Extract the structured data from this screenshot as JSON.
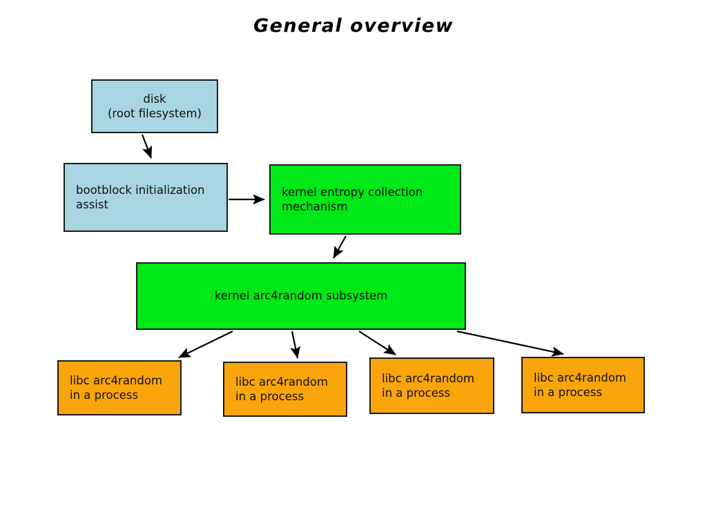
{
  "diagram": {
    "title": "General overview",
    "background": "#ffffff",
    "palette": {
      "blue": "#a8d5e2",
      "green": "#00e817",
      "orange": "#f9a50b",
      "stroke": "#1a1a1a",
      "text": "#111111"
    },
    "nodes": [
      {
        "id": "disk",
        "label": "disk\n(root filesystem)",
        "color": "#a8d5e2"
      },
      {
        "id": "bootblock",
        "label": "bootblock initialization\nassist",
        "color": "#a8d5e2"
      },
      {
        "id": "entropy",
        "label": "kernel entropy collection\nmechanism",
        "color": "#00e817"
      },
      {
        "id": "arc4random",
        "label": "kernel arc4random subsystem",
        "color": "#00e817"
      },
      {
        "id": "libc1",
        "label": "libc arc4random\nin a process",
        "color": "#f9a50b"
      },
      {
        "id": "libc2",
        "label": "libc arc4random\nin a process",
        "color": "#f9a50b"
      },
      {
        "id": "libc3",
        "label": "libc arc4random\nin a process",
        "color": "#f9a50b"
      },
      {
        "id": "libc4",
        "label": "libc arc4random\nin a process",
        "color": "#f9a50b"
      }
    ],
    "edges": [
      {
        "from": "disk",
        "to": "bootblock"
      },
      {
        "from": "bootblock",
        "to": "entropy"
      },
      {
        "from": "entropy",
        "to": "arc4random"
      },
      {
        "from": "arc4random",
        "to": "libc1"
      },
      {
        "from": "arc4random",
        "to": "libc2"
      },
      {
        "from": "arc4random",
        "to": "libc3"
      },
      {
        "from": "arc4random",
        "to": "libc4"
      }
    ]
  }
}
